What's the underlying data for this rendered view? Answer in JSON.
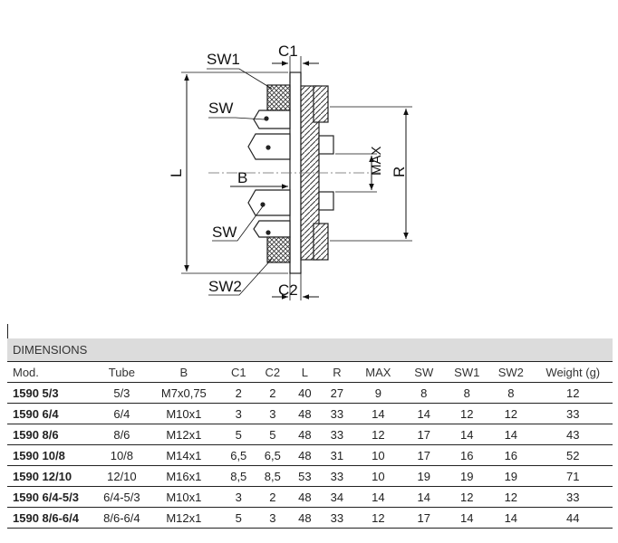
{
  "drawing": {
    "labels": {
      "sw1": "SW1",
      "sw_top": "SW",
      "sw_bottom": "SW",
      "sw2": "SW2",
      "b": "B",
      "l": "L",
      "r": "R",
      "max": "MAX",
      "c1": "C1",
      "c2": "C2"
    }
  },
  "table": {
    "title": "DIMENSIONS",
    "columns": [
      "Mod.",
      "Tube",
      "B",
      "C1",
      "C2",
      "L",
      "R",
      "MAX",
      "SW",
      "SW1",
      "SW2",
      "Weight (g)"
    ],
    "rows": [
      [
        "1590 5/3",
        "5/3",
        "M7x0,75",
        "2",
        "2",
        "40",
        "27",
        "9",
        "8",
        "8",
        "8",
        "12"
      ],
      [
        "1590 6/4",
        "6/4",
        "M10x1",
        "3",
        "3",
        "48",
        "33",
        "14",
        "14",
        "12",
        "12",
        "33"
      ],
      [
        "1590 8/6",
        "8/6",
        "M12x1",
        "5",
        "5",
        "48",
        "33",
        "12",
        "17",
        "14",
        "14",
        "43"
      ],
      [
        "1590 10/8",
        "10/8",
        "M14x1",
        "6,5",
        "6,5",
        "48",
        "31",
        "10",
        "17",
        "16",
        "16",
        "52"
      ],
      [
        "1590 12/10",
        "12/10",
        "M16x1",
        "8,5",
        "8,5",
        "53",
        "33",
        "10",
        "19",
        "19",
        "19",
        "71"
      ],
      [
        "1590 6/4-5/3",
        "6/4-5/3",
        "M10x1",
        "3",
        "2",
        "48",
        "34",
        "14",
        "14",
        "12",
        "12",
        "33"
      ],
      [
        "1590 8/6-6/4",
        "8/6-6/4",
        "M12x1",
        "5",
        "3",
        "48",
        "33",
        "12",
        "17",
        "14",
        "14",
        "44"
      ]
    ]
  }
}
